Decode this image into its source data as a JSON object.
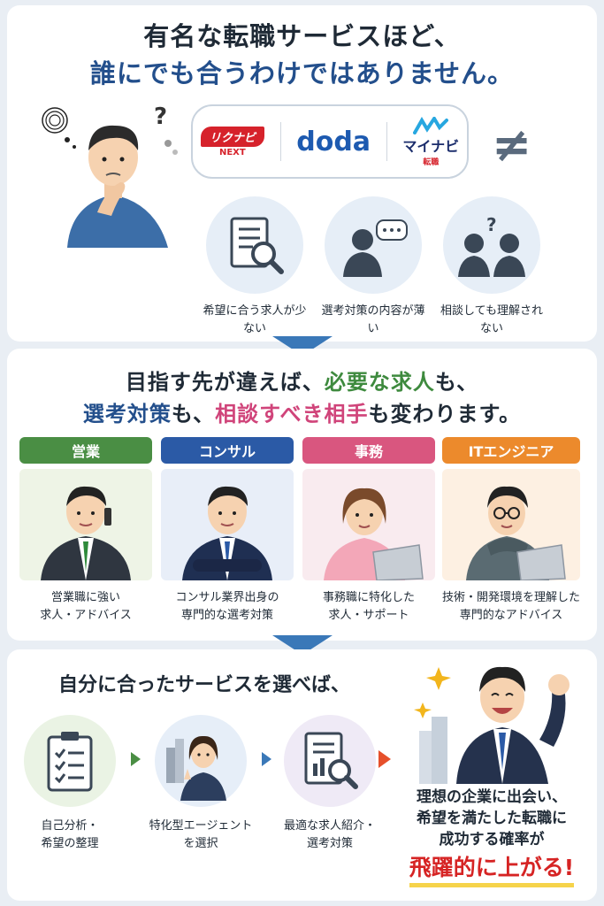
{
  "section1": {
    "headline_line1": "有名な転職サービスほど、",
    "headline_line2": "誰にでも合うわけではありません。",
    "brands": {
      "rikunabi_main": "リクナビ",
      "rikunabi_sub": "NEXT",
      "doda": "doda",
      "mynavi_main": "マイナビ",
      "mynavi_sub": "転職"
    },
    "not_equal": "≠",
    "issues": [
      {
        "label": "希望に合う求人が少ない",
        "icon": "document-search-icon"
      },
      {
        "label": "選考対策の内容が薄い",
        "icon": "advisor-speech-icon"
      },
      {
        "label": "相談しても理解されない",
        "icon": "confused-people-icon"
      }
    ]
  },
  "section2": {
    "headline_a": "目指す先が違えば、",
    "headline_b": "必要な求人",
    "headline_c": "も、",
    "headline_d": "選考対策",
    "headline_e": "も、",
    "headline_f": "相談すべき相手",
    "headline_g": "も変わります。",
    "cards": [
      {
        "tag": "営業",
        "desc_line1": "営業職に強い",
        "desc_line2": "求人・アドバイス",
        "color": "#4a8e44"
      },
      {
        "tag": "コンサル",
        "desc_line1": "コンサル業界出身の",
        "desc_line2": "専門的な選考対策",
        "color": "#2b5aa6"
      },
      {
        "tag": "事務",
        "desc_line1": "事務職に特化した",
        "desc_line2": "求人・サポート",
        "color": "#d9567f"
      },
      {
        "tag": "ITエンジニア",
        "desc_line1": "技術・開発環境を理解した",
        "desc_line2": "専門的なアドバイス",
        "color": "#ec8a2c"
      }
    ]
  },
  "section3": {
    "headline": "自分に合ったサービスを選べば、",
    "steps": [
      {
        "line1": "自己分析・",
        "line2": "希望の整理"
      },
      {
        "line1": "特化型エージェント",
        "line2": "を選択"
      },
      {
        "line1": "最適な求人紹介・",
        "line2": "選考対策"
      }
    ],
    "result_line1": "理想の企業に出会い、",
    "result_line2": "希望を満たした転職に",
    "result_line3": "成功する確率が",
    "result_emphasis": "飛躍的に上がる!"
  },
  "colors": {
    "accent_blue": "#3a78b8",
    "brand_blue": "#234f8c",
    "green": "#3e8a3e",
    "pink": "#d0447a",
    "red": "#d62424"
  }
}
